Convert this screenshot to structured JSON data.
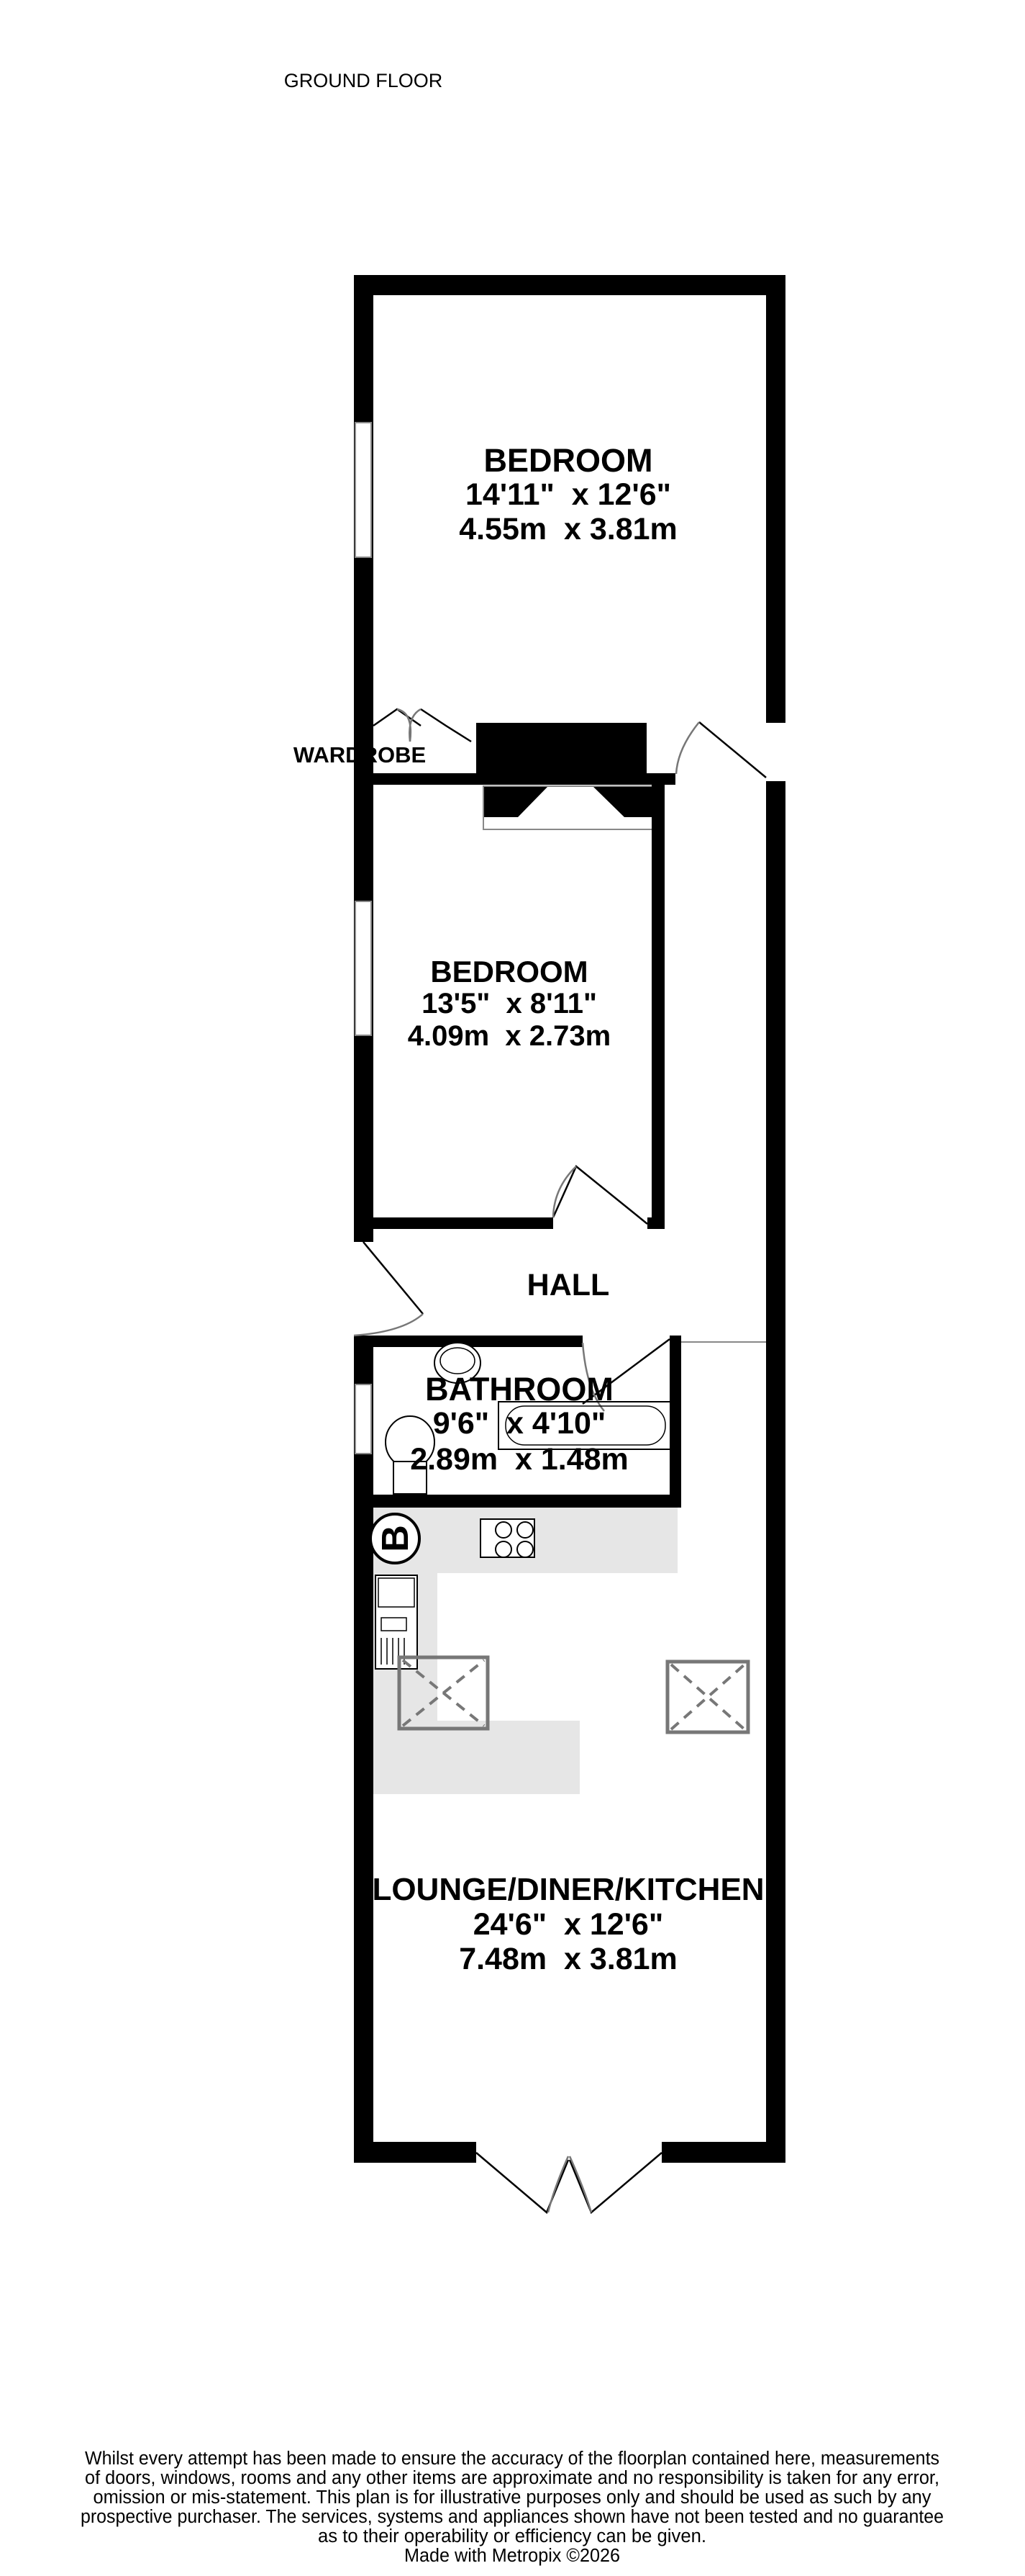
{
  "floor_label": "GROUND FLOOR",
  "rooms": [
    {
      "name": "BEDROOM",
      "imperial": "14'11\"  x 12'6\"",
      "metric": "4.55m  x 3.81m"
    },
    {
      "name": "BEDROOM",
      "imperial": "13'5\"  x 8'11\"",
      "metric": "4.09m  x 2.73m"
    },
    {
      "name": "HALL"
    },
    {
      "name": "BATHROOM",
      "imperial": "9'6\"  x 4'10\"",
      "metric": "2.89m  x 1.48m"
    },
    {
      "name": "LOUNGE/DINER/KITCHEN",
      "imperial": "24'6\"  x 12'6\"",
      "metric": "7.48m  x 3.81m"
    }
  ],
  "wardrobe_label": "WARDROBE",
  "boiler_label": "B",
  "disclaimer": [
    "Whilst every attempt has been made to ensure the accuracy of the floorplan contained here, measurements",
    "of doors, windows, rooms and any other items are approximate and no responsibility is taken for any error,",
    "omission or mis-statement. This plan is for illustrative purposes only and should be used as such by any",
    "prospective purchaser. The services, systems and appliances shown have not been tested and no guarantee",
    "as to their operability or efficiency can be given."
  ],
  "credit": "Made with Metropix ©2026",
  "colors": {
    "wall": "#000000",
    "counter": "#e6e6e6",
    "fixture_outline": "#777777"
  }
}
